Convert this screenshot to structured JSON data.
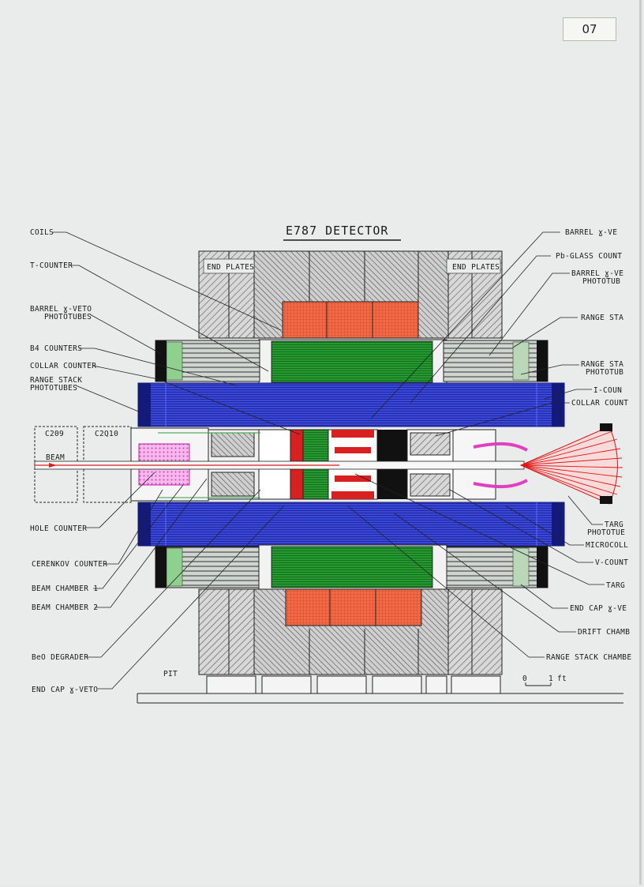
{
  "page_number": "07",
  "title": "E787 DETECTOR",
  "labels_left": {
    "coils": "COILS",
    "t_counter": "T-COUNTER",
    "barrel_veto_phototubes_1": "BARREL ɣ-VETO",
    "barrel_veto_phototubes_2": "PHOTOTUBES",
    "b4_counters": "B4 COUNTERS",
    "collar_counter": "COLLAR COUNTER",
    "range_stack_phototubes_1": "RANGE STACK",
    "range_stack_phototubes_2": "PHOTOTUBES",
    "hole_counter": "HOLE COUNTER",
    "cerenkov_counter": "CERENKOV COUNTER",
    "beam_chamber_1": "BEAM CHAMBER 1",
    "beam_chamber_2": "BEAM CHAMBER 2",
    "beo_degrader": "BeO DEGRADER",
    "end_cap_veto": "END CAP ɣ-VETO"
  },
  "labels_right": {
    "barrel_veto": "BARREL ɣ-VE",
    "pb_glass_counter": "Pb-GLASS COUNT",
    "barrel_veto_phototub_1": "BARREL ɣ-VE",
    "barrel_veto_phototub_2": "PHOTOTUB",
    "range_stack": "RANGE STA",
    "range_stack_phototub_1": "RANGE STA",
    "range_stack_phototub_2": "PHOTOTUB",
    "i_counter": "I-COUN",
    "collar_counter": "COLLAR COUNT",
    "target_phototube_1": "TARG",
    "target_phototube_2": "PHOTOTUE",
    "microcollimator": "MICROCOLL",
    "v_counter": "V-COUNT",
    "target": "TARG",
    "end_cap_veto": "END CAP ɣ-VE",
    "drift_chamber": "DRIFT CHAMB",
    "range_stack_chamber": "RANGE STACK CHAMBE"
  },
  "inner_labels": {
    "end_plates_left": "END PLATES",
    "end_plates_right": "END PLATES",
    "c209": "C209",
    "c2q10": "C2Q10",
    "beam": "BEAM",
    "pit": "PIT",
    "scale_zero": "0",
    "scale_one": "1",
    "scale_unit": "ft"
  },
  "colors": {
    "coil_red": "#f05a3a",
    "drift_green": "#1f8a2a",
    "range_stack_blue": "#2a35c8",
    "target_pink": "#e040c0",
    "cone_red": "#e01818",
    "hatch_gray": "#888888"
  }
}
